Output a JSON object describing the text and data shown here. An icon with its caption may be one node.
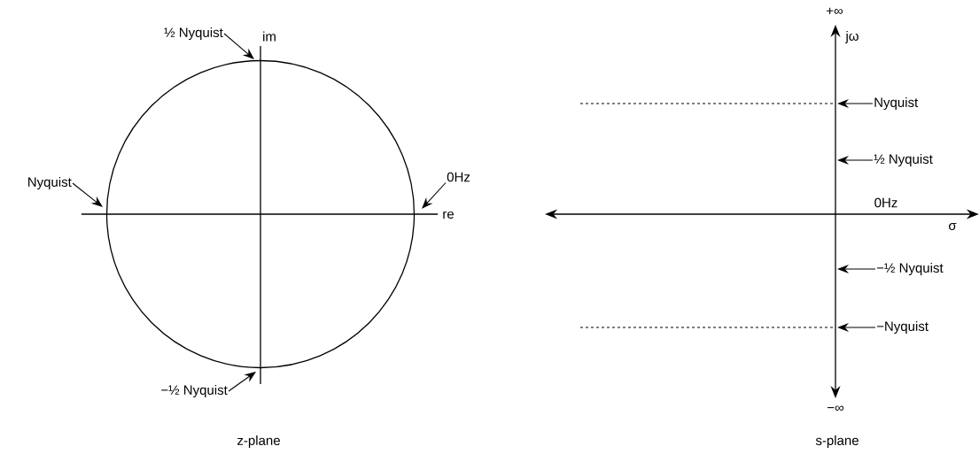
{
  "diagram": {
    "nodes": [
      {
        "text": [
          "½ Nyquist"
        ]
      },
      {
        "text": [
          "Nyquist"
        ]
      },
      {
        "text": [
          "0Hz"
        ]
      },
      {
        "text": [
          "−½ Nyquist"
        ]
      },
      {
        "text": [
          "Nyquist"
        ]
      },
      {
        "text": [
          "½ Nyquist"
        ]
      },
      {
        "text": [
          "−½ Nyquist"
        ]
      },
      {
        "text": [
          "−Nyquist"
        ]
      }
    ],
    "edges": [
      {
        "from": 0,
        "to": null,
        "arrow": "to"
      },
      {
        "from": 1,
        "to": null,
        "arrow": "to"
      },
      {
        "from": 2,
        "to": null,
        "arrow": "to"
      },
      {
        "from": 3,
        "to": null,
        "arrow": "to"
      },
      {
        "from": 4,
        "to": null,
        "arrow": "to"
      },
      {
        "from": 5,
        "to": null,
        "arrow": "to"
      },
      {
        "from": 6,
        "to": null,
        "arrow": "to"
      },
      {
        "from": 7,
        "to": null,
        "arrow": "to"
      }
    ],
    "labels": [
      "im",
      "re",
      "z-plane",
      "+∞",
      "jω",
      "0Hz",
      "σ",
      "−∞",
      "s-plane"
    ]
  }
}
